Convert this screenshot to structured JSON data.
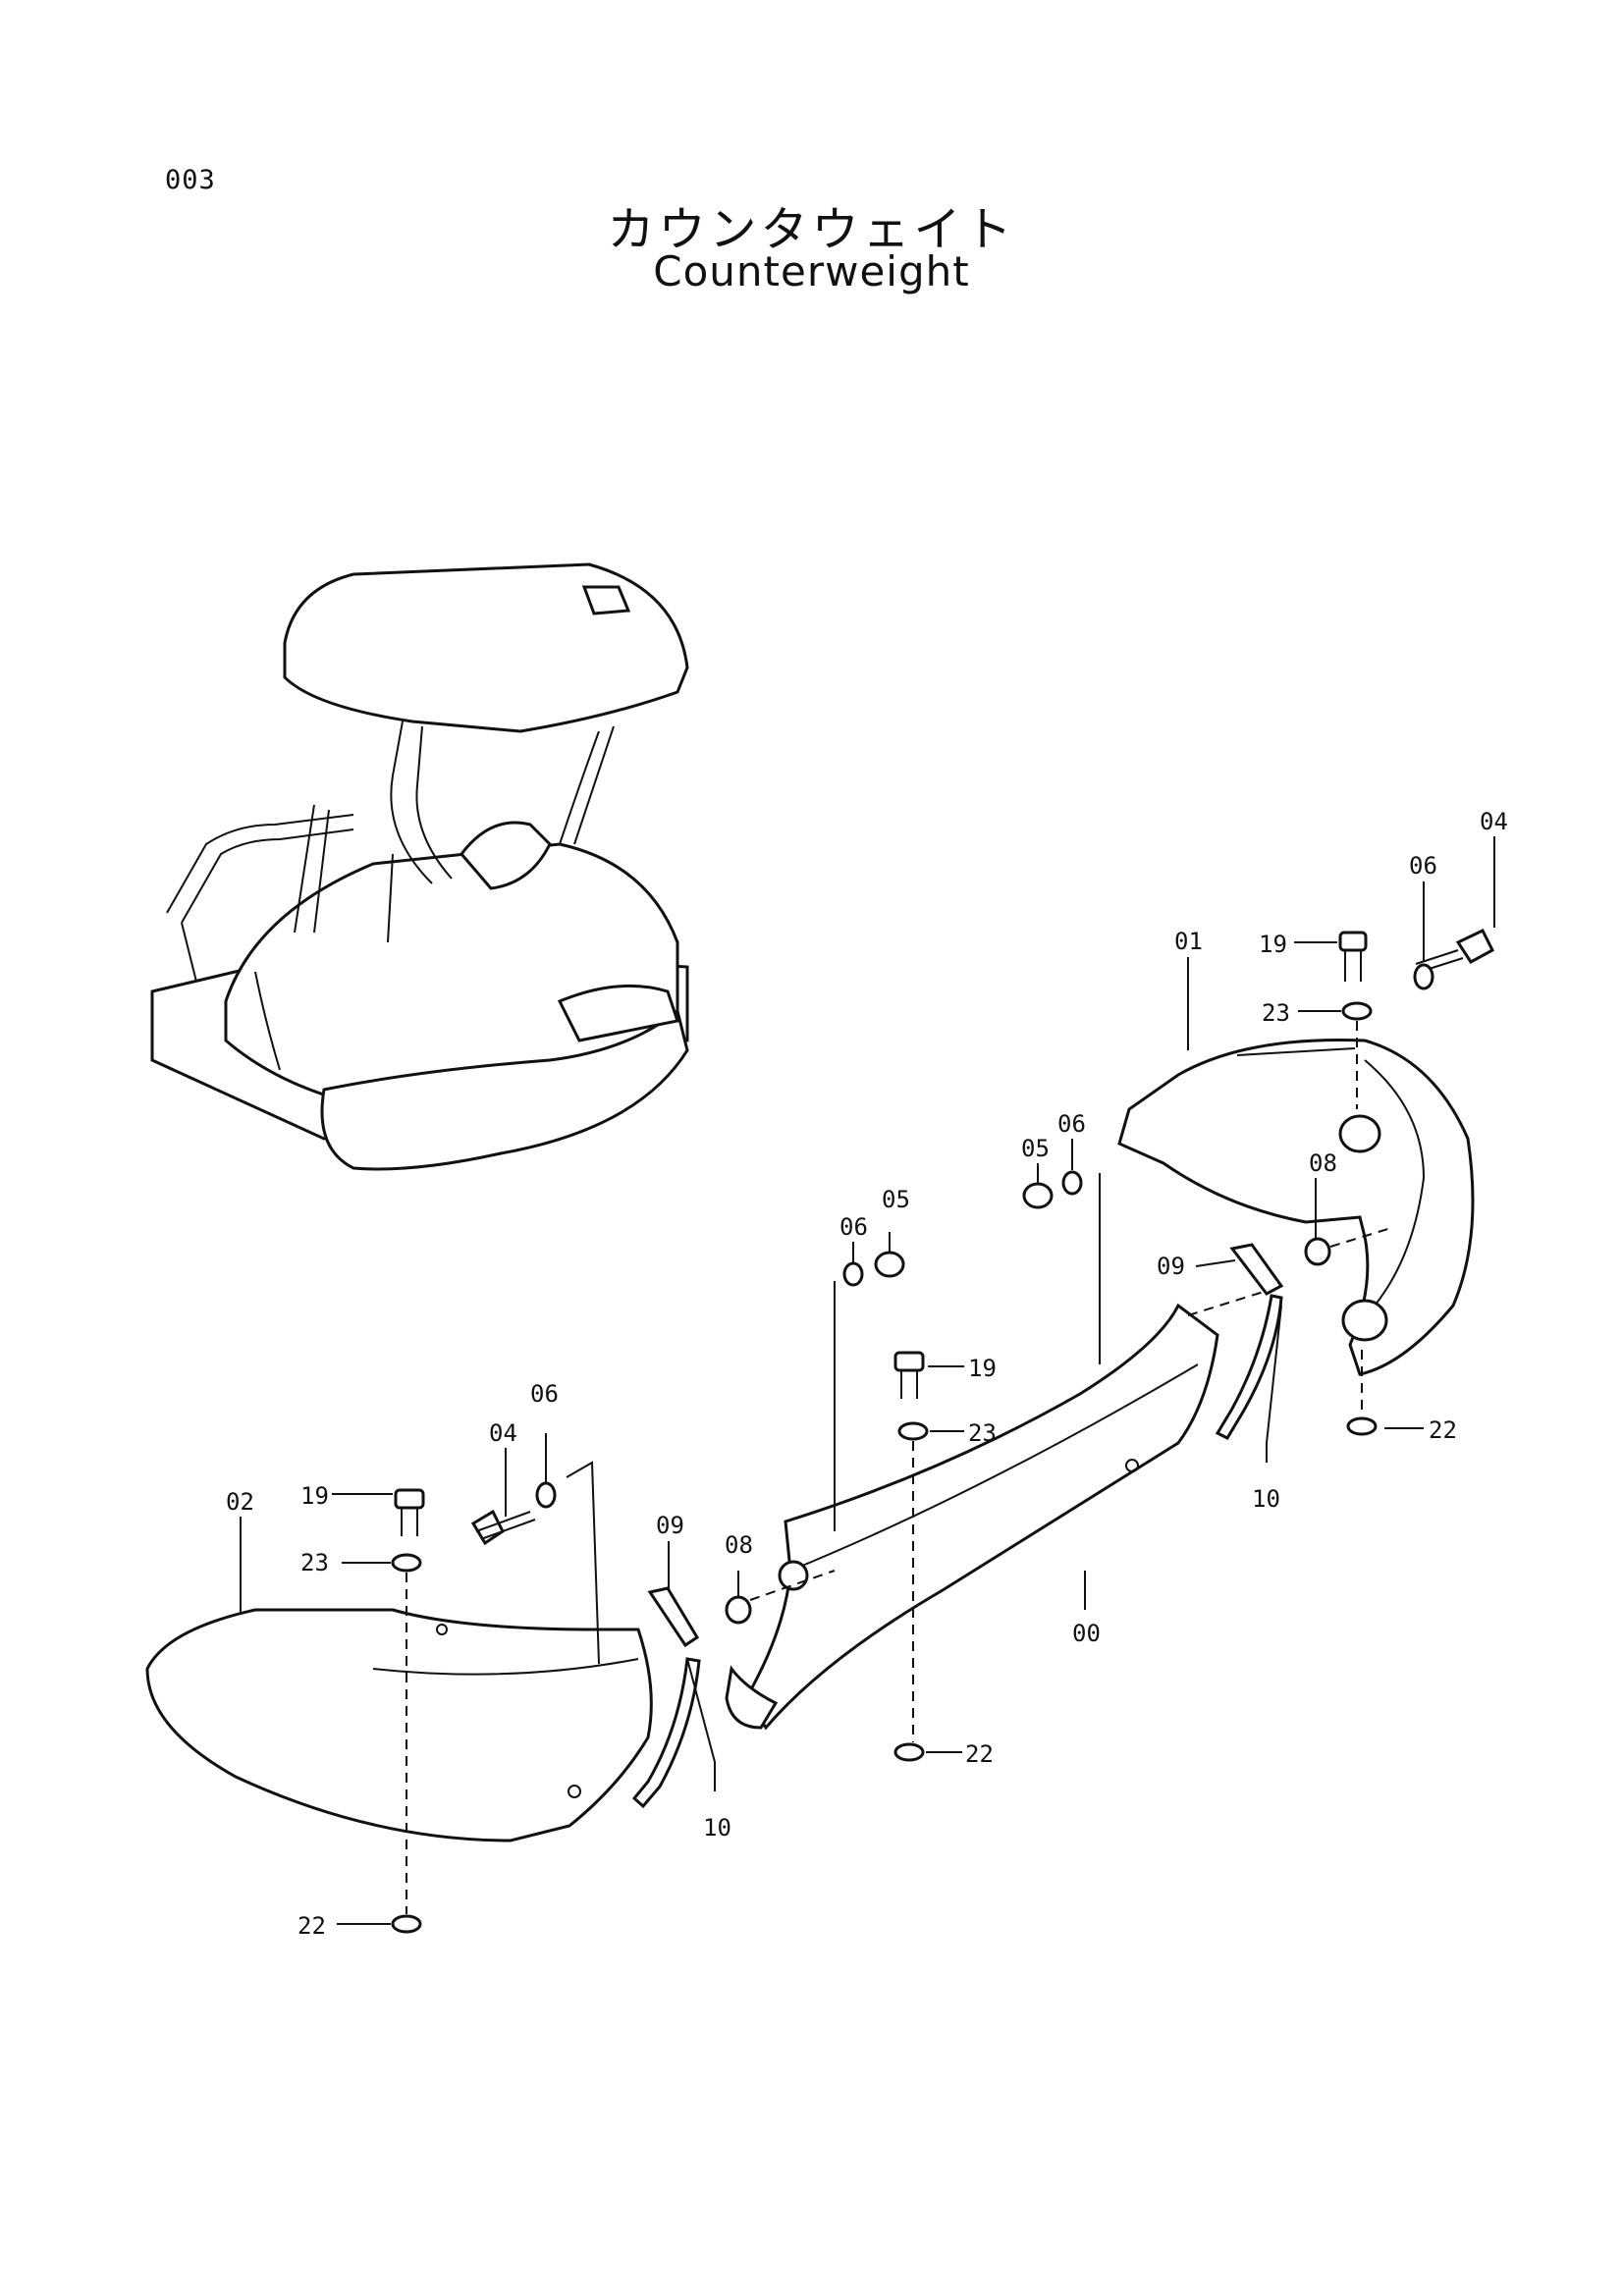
{
  "page_number": "003",
  "title_jp": "カウンタウェイト",
  "title_en": "Counterweight",
  "callouts": [
    {
      "id": "c-04-right",
      "text": "04"
    },
    {
      "id": "c-06-right-top",
      "text": "06"
    },
    {
      "id": "c-19-right",
      "text": "19"
    },
    {
      "id": "c-23-right",
      "text": "23"
    },
    {
      "id": "c-01",
      "text": "01"
    },
    {
      "id": "c-05-center",
      "text": "05"
    },
    {
      "id": "c-06-center",
      "text": "06"
    },
    {
      "id": "c-08-right",
      "text": "08"
    },
    {
      "id": "c-09-right",
      "text": "09"
    },
    {
      "id": "c-06-left-center",
      "text": "06"
    },
    {
      "id": "c-05-left-center",
      "text": "05"
    },
    {
      "id": "c-19-center",
      "text": "19"
    },
    {
      "id": "c-23-center",
      "text": "23"
    },
    {
      "id": "c-22-right",
      "text": "22"
    },
    {
      "id": "c-10-right",
      "text": "10"
    },
    {
      "id": "c-04-left",
      "text": "04"
    },
    {
      "id": "c-06-left",
      "text": "06"
    },
    {
      "id": "c-02",
      "text": "02"
    },
    {
      "id": "c-19-left",
      "text": "19"
    },
    {
      "id": "c-23-left",
      "text": "23"
    },
    {
      "id": "c-09-left",
      "text": "09"
    },
    {
      "id": "c-08-left",
      "text": "08"
    },
    {
      "id": "c-00",
      "text": "00"
    },
    {
      "id": "c-22-center",
      "text": "22"
    },
    {
      "id": "c-10-left",
      "text": "10"
    },
    {
      "id": "c-22-left",
      "text": "22"
    }
  ]
}
